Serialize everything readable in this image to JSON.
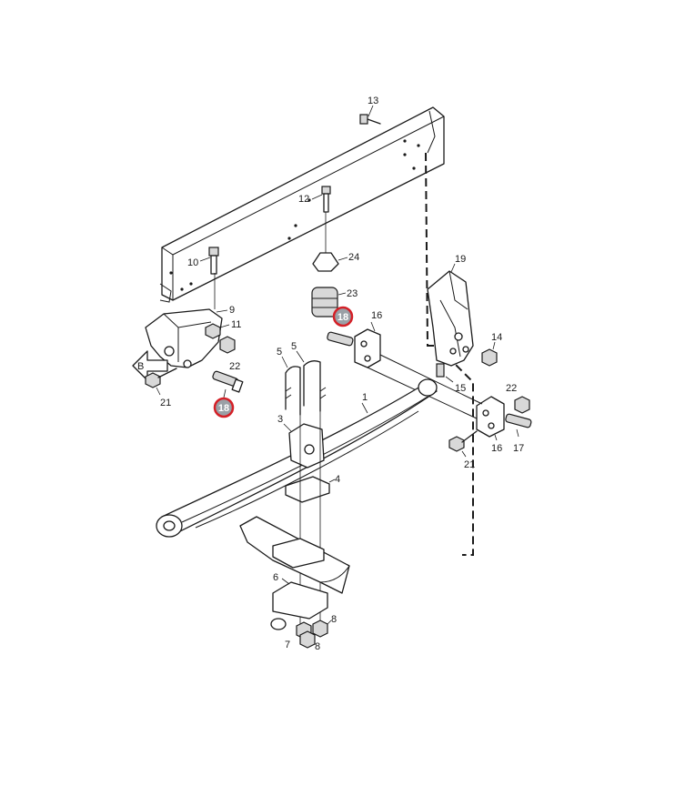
{
  "callouts": {
    "c1": "1",
    "c3": "3",
    "c4": "4",
    "c5a": "5",
    "c5b": "5",
    "c6": "6",
    "c7": "7",
    "c8a": "8",
    "c8b": "8",
    "c9": "9",
    "c10": "10",
    "c11": "11",
    "c12": "12",
    "c13": "13",
    "c14": "14",
    "c15": "15",
    "c16a": "16",
    "c16b": "16",
    "c17": "17",
    "c19": "19",
    "c21a": "21",
    "c21b": "21",
    "c22a": "22",
    "c22b": "22",
    "c23": "23",
    "c24": "24",
    "view": "B"
  },
  "highlights": {
    "h1": "18",
    "h2": "18"
  },
  "colors": {
    "highlight_ring": "#d42027",
    "highlight_fill": "#9aa0a6",
    "line": "#1a1a1a"
  }
}
